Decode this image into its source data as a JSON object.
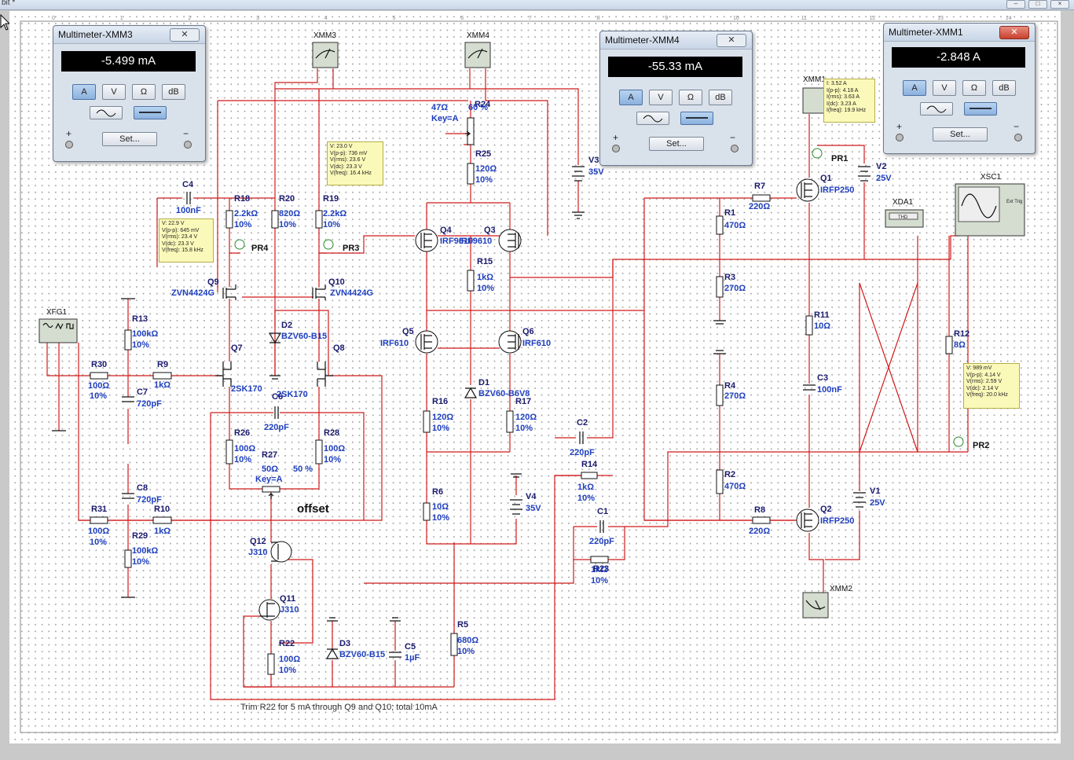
{
  "window": {
    "title": "bit *"
  },
  "ruler_top": [
    "0",
    "1",
    "2",
    "3",
    "4",
    "5",
    "6",
    "7",
    "8",
    "9",
    "10",
    "11",
    "12",
    "13",
    "14"
  ],
  "multimeters": [
    {
      "title": "Multimeter-XMM3",
      "reading": "-5.499 mA",
      "modes": [
        "A",
        "V",
        "Ω",
        "dB"
      ],
      "selected_mode": "A",
      "set_label": "Set...",
      "plus": "+",
      "minus": "−"
    },
    {
      "title": "Multimeter-XMM4",
      "reading": "-55.33 mA",
      "modes": [
        "A",
        "V",
        "Ω",
        "dB"
      ],
      "selected_mode": "A",
      "set_label": "Set...",
      "plus": "+",
      "minus": "−"
    },
    {
      "title": "Multimeter-XMM1",
      "reading": "-2.848 A",
      "modes": [
        "A",
        "V",
        "Ω",
        "dB"
      ],
      "selected_mode": "A",
      "set_label": "Set...",
      "plus": "+",
      "minus": "−"
    }
  ],
  "probes": [
    {
      "id": "PR4",
      "lines": [
        "V: 22.9 V",
        "V(p-p): 645 mV",
        "V(rms): 23.4 V",
        "V(dc): 23.3 V",
        "V(freq): 15.8 kHz"
      ]
    },
    {
      "id": "PR3",
      "lines": [
        "V: 23.0 V",
        "V(p-p): 736 mV",
        "V(rms): 23.6 V",
        "V(dc): 23.3 V",
        "V(freq): 16.4 kHz"
      ]
    },
    {
      "id": "PR1",
      "lines": [
        "I: 3.52 A",
        "I(p-p): 4.18 A",
        "I(rms): 3.63 A",
        "I(dc): 3.23 A",
        "I(freq): 19.9 kHz"
      ]
    },
    {
      "id": "PR2",
      "lines": [
        "V: 989 mV",
        "V(p-p): 4.14 V",
        "V(rms): 2.59 V",
        "V(dc): 2.14 V",
        "V(freq): 20.0 kHz"
      ]
    }
  ],
  "instruments": {
    "xmm3": "XMM3",
    "xmm4": "XMM4",
    "xmm1": "XMM1",
    "xmm2": "XMM2",
    "xfg1": "XFG1",
    "xda1": "XDA1",
    "xda1_inner": "THD",
    "xsc1": "XSC1",
    "xsc1_ext": "Ext Trig"
  },
  "components": {
    "C4": [
      "C4",
      "100nF"
    ],
    "R18": [
      "R18",
      "2.2kΩ",
      "10%"
    ],
    "R20": [
      "R20",
      "820Ω",
      "10%"
    ],
    "R19": [
      "R19",
      "2.2kΩ",
      "10%"
    ],
    "R24": [
      "R24",
      "47Ω",
      "Key=A",
      "60 %"
    ],
    "R25": [
      "R25",
      "120Ω",
      "10%"
    ],
    "V3": [
      "V3",
      "35V"
    ],
    "Q4": [
      "Q4",
      "IRF9610"
    ],
    "Q3": [
      "Q3",
      "IRF9610"
    ],
    "R15": [
      "R15",
      "1kΩ",
      "10%"
    ],
    "Q9": [
      "Q9",
      "ZVN4424G"
    ],
    "Q10": [
      "Q10",
      "ZVN4424G"
    ],
    "D2": [
      "D2",
      "BZV60-B15"
    ],
    "R13": [
      "R13",
      "100kΩ",
      "10%"
    ],
    "R30": [
      "R30",
      "100Ω",
      "10%"
    ],
    "R9": [
      "R9",
      "1kΩ"
    ],
    "C7": [
      "C7",
      "720pF"
    ],
    "Q7": [
      "Q7",
      "2SK170"
    ],
    "Q8": [
      "Q8",
      "2SK170"
    ],
    "C6": [
      "C6",
      "220pF"
    ],
    "R26": [
      "R26",
      "100Ω",
      "10%"
    ],
    "R28": [
      "R28",
      "100Ω",
      "10%"
    ],
    "R27": [
      "R27",
      "50Ω",
      "Key=A",
      "50 %"
    ],
    "offset": "offset",
    "Q5": [
      "Q5",
      "IRF610"
    ],
    "Q6": [
      "Q6",
      "IRF610"
    ],
    "D1": [
      "D1",
      "BZV60-B6V8"
    ],
    "R16": [
      "R16",
      "120Ω",
      "10%"
    ],
    "R17": [
      "R17",
      "120Ω",
      "10%"
    ],
    "R6": [
      "R6",
      "10Ω",
      "10%"
    ],
    "V4": [
      "V4",
      "35V"
    ],
    "C8": [
      "C8",
      "720pF"
    ],
    "R31": [
      "R31",
      "100Ω",
      "10%"
    ],
    "R10": [
      "R10",
      "1kΩ"
    ],
    "R29": [
      "R29",
      "100kΩ",
      "10%"
    ],
    "Q12": [
      "Q12",
      "J310"
    ],
    "Q11": [
      "Q11",
      "J310"
    ],
    "R22": [
      "R22",
      "100Ω",
      "10%"
    ],
    "D3": [
      "D3",
      "BZV60-B15"
    ],
    "C5": [
      "C5",
      "1µF"
    ],
    "R5": [
      "R5",
      "680Ω",
      "10%"
    ],
    "C2": [
      "C2",
      "220pF"
    ],
    "R14": [
      "R14",
      "1kΩ",
      "10%"
    ],
    "C1": [
      "C1",
      "220pF"
    ],
    "R23": [
      "R23",
      "1kΩ",
      "10%"
    ],
    "R7": [
      "R7",
      "220Ω"
    ],
    "R1": [
      "R1",
      "470Ω"
    ],
    "R3": [
      "R3",
      "270Ω"
    ],
    "R4": [
      "R4",
      "270Ω"
    ],
    "R2": [
      "R2",
      "470Ω"
    ],
    "R8": [
      "R8",
      "220Ω"
    ],
    "Q1": [
      "Q1",
      "IRFP250"
    ],
    "Q2": [
      "Q2",
      "IRFP250"
    ],
    "R11": [
      "R11",
      "10Ω"
    ],
    "C3": [
      "C3",
      "100nF"
    ],
    "V2": [
      "V2",
      "25V"
    ],
    "V1": [
      "V1",
      "25V"
    ],
    "R12": [
      "R12",
      "8Ω"
    ]
  },
  "note": "Trim R22 for 5 mA through Q9 and Q10; total 10mA",
  "colors": {
    "wire": "#d11a1a",
    "ref": "#1a1a6e",
    "value": "#1f3fbf",
    "probe_bg": "#fbf9b9",
    "display": "#000000"
  }
}
